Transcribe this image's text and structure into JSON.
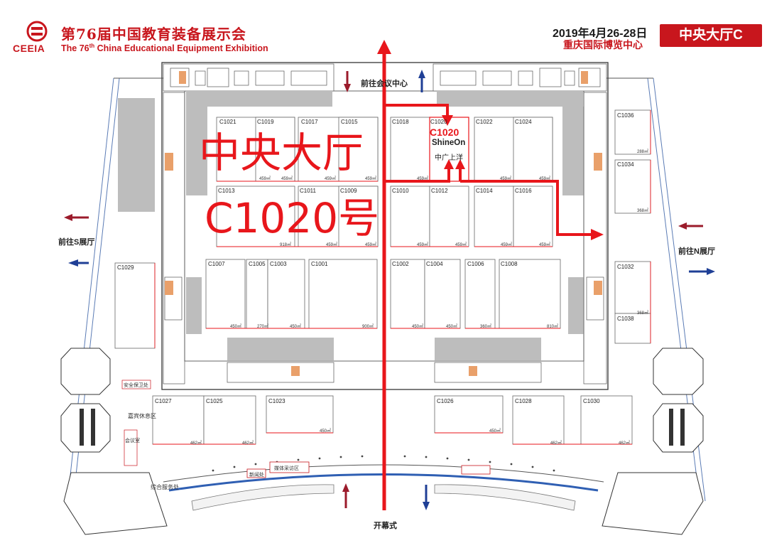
{
  "header": {
    "title_cn": "第76届中国教育装备展示会",
    "title_en_prefix": "The 76",
    "title_en_sup": "th",
    "title_en_suffix": " China Educational Equipment Exhibition",
    "org_abbr": "CEEIA",
    "date": "2019年4月26-28日",
    "venue": "重庆国际博览中心",
    "hall": "中央大厅C"
  },
  "highlight": {
    "hall_label": "中央大厅",
    "booth_label": "C1020号",
    "booth_code": "C1020",
    "exhibitor_logo": "ShineOn",
    "exhibitor_cn": "中广上洋"
  },
  "directions": {
    "north_meeting": "前往会议中心",
    "west": "前往S展厅",
    "east": "前往N展厅",
    "opening": "开幕式",
    "vip_lounge": "嘉宾休息区",
    "service": "综合服务处",
    "press": "新闻处",
    "media": "媒体采访区",
    "security": "安全保卫处",
    "meeting": "会议室"
  },
  "booths": [
    {
      "id": "C1021",
      "area": "459㎡"
    },
    {
      "id": "C1019",
      "area": "459㎡"
    },
    {
      "id": "C1017",
      "area": "459㎡"
    },
    {
      "id": "C1015",
      "area": "459㎡"
    },
    {
      "id": "C1018",
      "area": "459㎡"
    },
    {
      "id": "C1020",
      "area": ""
    },
    {
      "id": "C1022",
      "area": "459㎡"
    },
    {
      "id": "C1024",
      "area": "459㎡"
    },
    {
      "id": "C1013",
      "area": "918㎡"
    },
    {
      "id": "C1011",
      "area": "459㎡"
    },
    {
      "id": "C1009",
      "area": "459㎡"
    },
    {
      "id": "C1010",
      "area": "459㎡"
    },
    {
      "id": "C1012",
      "area": "459㎡"
    },
    {
      "id": "C1014",
      "area": "459㎡"
    },
    {
      "id": "C1016",
      "area": "459㎡"
    },
    {
      "id": "C1007",
      "area": "450㎡"
    },
    {
      "id": "C1005",
      "area": "270㎡"
    },
    {
      "id": "C1003",
      "area": "450㎡"
    },
    {
      "id": "C1001",
      "area": "900㎡"
    },
    {
      "id": "C1002",
      "area": "450㎡"
    },
    {
      "id": "C1004",
      "area": "450㎡"
    },
    {
      "id": "C1006",
      "area": "360㎡"
    },
    {
      "id": "C1008",
      "area": "810㎡"
    },
    {
      "id": "C1036",
      "area": "288㎡"
    },
    {
      "id": "C1034",
      "area": "368㎡"
    },
    {
      "id": "C1032",
      "area": "368㎡"
    },
    {
      "id": "C1038",
      "area": ""
    },
    {
      "id": "C1029",
      "area": ""
    },
    {
      "id": "C1027",
      "area": "462㎡"
    },
    {
      "id": "C1025",
      "area": "462㎡"
    },
    {
      "id": "C1023",
      "area": "450㎡"
    },
    {
      "id": "C1026",
      "area": "450㎡"
    },
    {
      "id": "C1028",
      "area": "462㎡"
    },
    {
      "id": "C1030",
      "area": "462㎡"
    }
  ],
  "colors": {
    "brand_red": "#c8161d",
    "route_red": "#e8161b",
    "arrow_blue": "#1f3f96",
    "arrow_maroon": "#9b1b2b",
    "gray_block": "#bdbdbd"
  }
}
